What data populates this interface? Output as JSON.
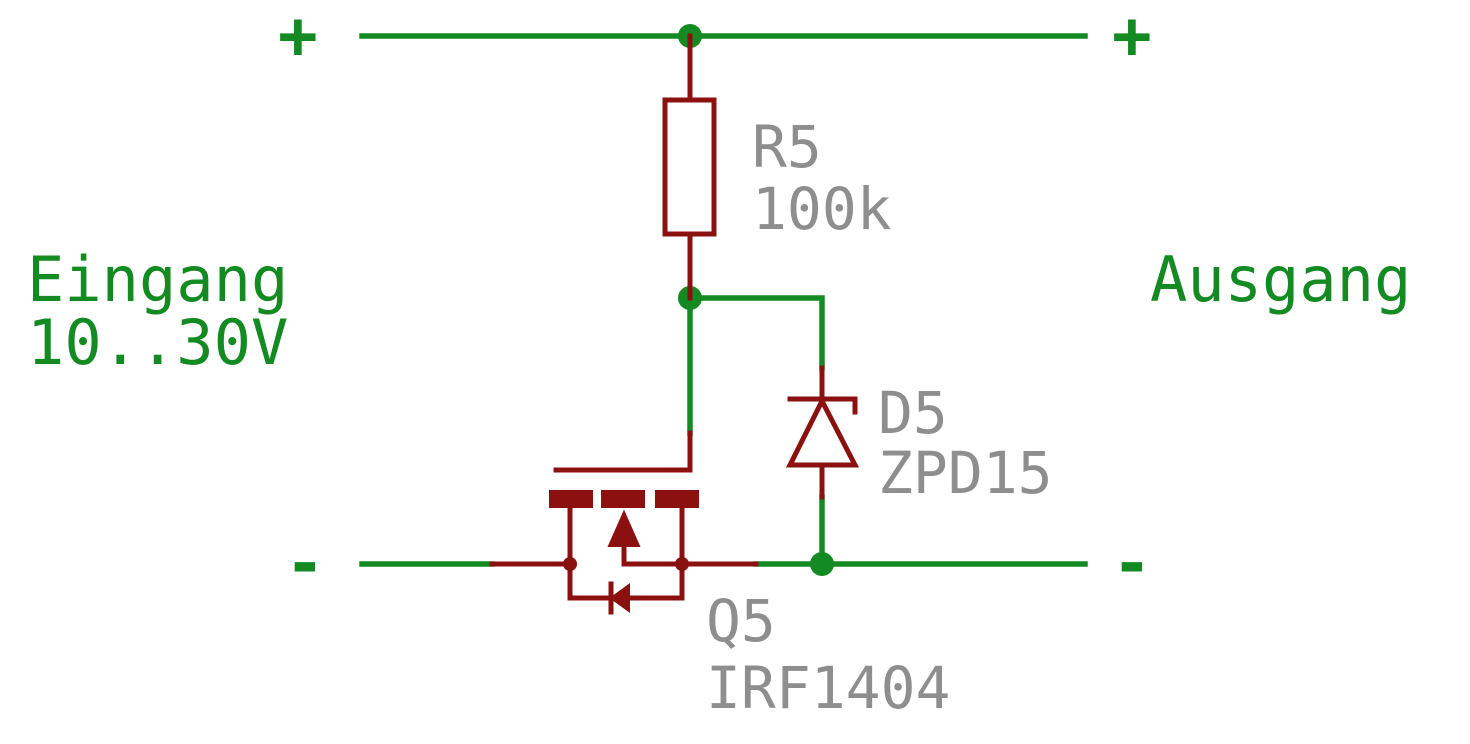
{
  "terminals": {
    "plus_left": "+",
    "plus_right": "+",
    "minus_left": "-",
    "minus_right": "-"
  },
  "input": {
    "label": "Eingang",
    "range": "10..30V"
  },
  "output": {
    "label": "Ausgang"
  },
  "components": {
    "r5": {
      "name": "R5",
      "value": "100k"
    },
    "d5": {
      "name": "D5",
      "value": "ZPD15"
    },
    "q5": {
      "name": "Q5",
      "value": "IRF1404"
    }
  },
  "colors": {
    "net": "#138a22",
    "symbol": "#8b1111",
    "component_text": "#8e8e8e",
    "background": "#ffffff"
  }
}
